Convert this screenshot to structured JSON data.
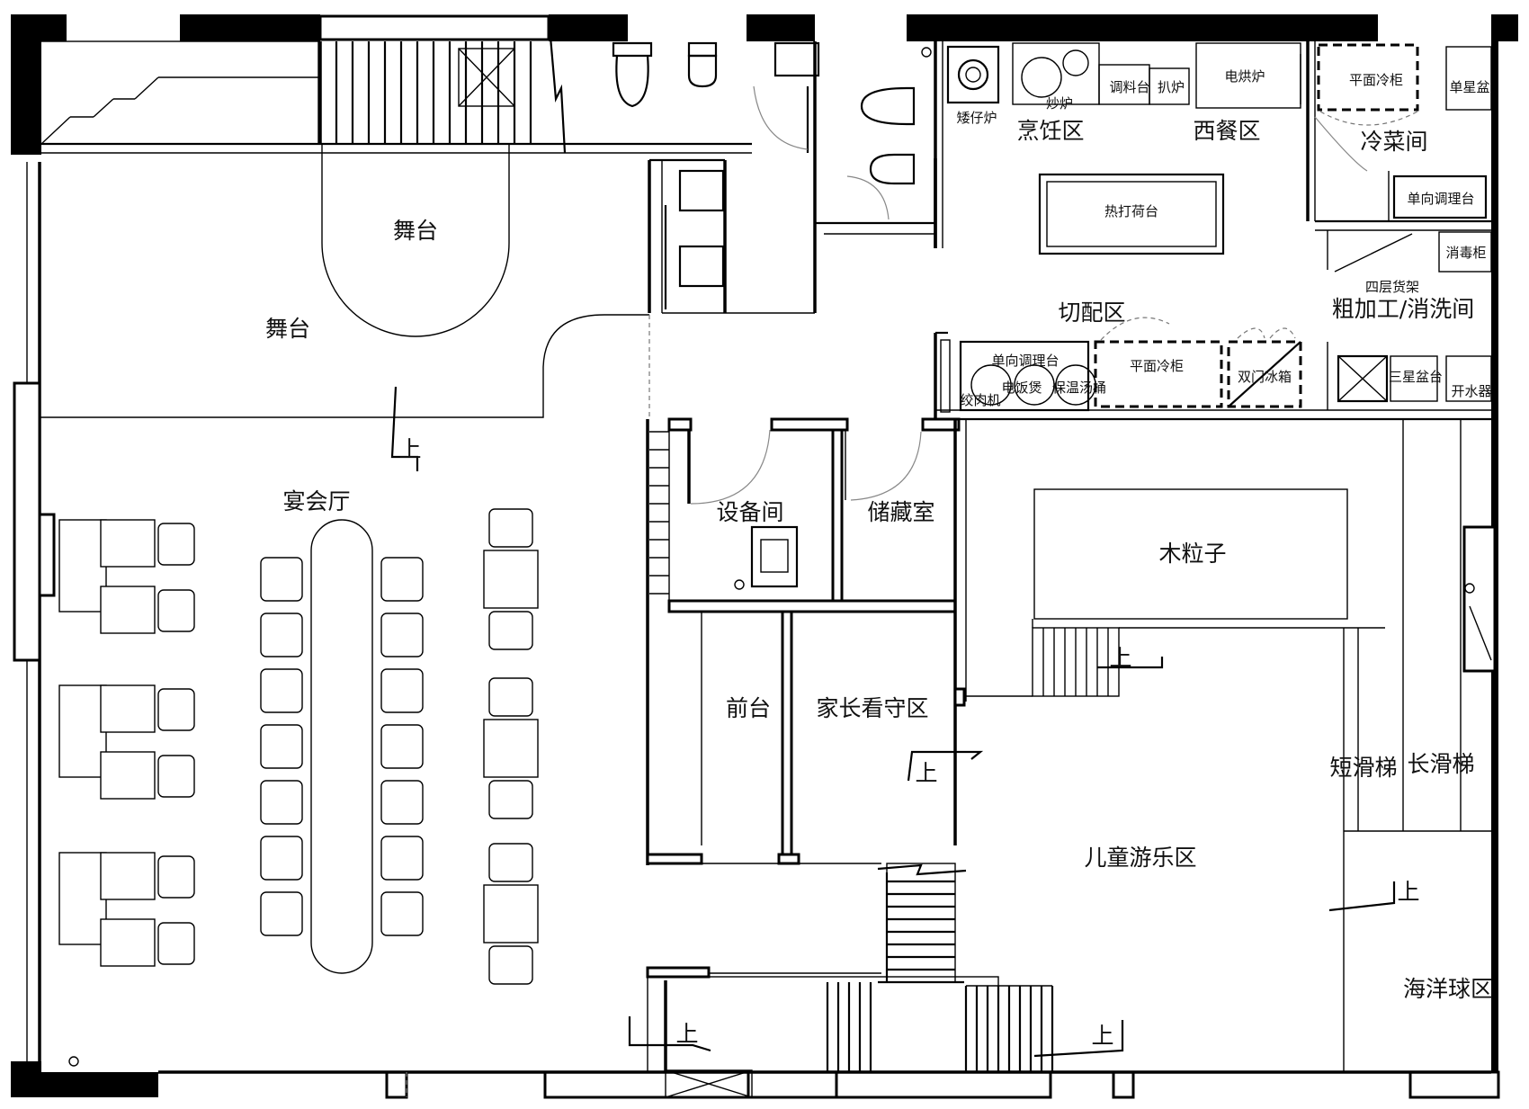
{
  "labels": {
    "stage_1": "舞台",
    "stage_2": "舞台",
    "up": "上",
    "banquet_hall": "宴会厅",
    "equipment_room": "设备间",
    "storage_room": "储藏室",
    "wood_pellets": "木粒子",
    "front_desk": "前台",
    "parent_area": "家长看守区",
    "short_slide": "短滑梯",
    "long_slide": "长滑梯",
    "kids_play_area": "儿童游乐区",
    "ocean_ball_area": "海洋球区",
    "low_stove": "矮仔炉",
    "wok_stove": "炒炉",
    "cooking_area": "烹饪区",
    "seasoning_table": "调料台",
    "grill_stove": "扒炉",
    "electric_oven": "电烘炉",
    "western_area": "西餐区",
    "flat_freezer_1": "平面冷柜",
    "single_sink": "单星盆",
    "cold_dish_room": "冷菜间",
    "heat_counter": "热打荷台",
    "one_way_prep_1": "单向调理台",
    "disinfect_cabinet": "消毒柜",
    "four_layer_shelf": "四层货架",
    "cutting_area": "切配区",
    "rough_processing": "粗加工/消洗间",
    "one_way_prep_2": "单向调理台",
    "rice_cooker": "电饭煲",
    "soup_warmer": "保温汤桶",
    "meat_grinder": "绞肉机",
    "flat_freezer_2": "平面冷柜",
    "double_fridge": "双门冰箱",
    "triple_sink": "三星盆台",
    "water_boiler": "开水器"
  },
  "colors": {
    "line": "#000000",
    "background": "#ffffff"
  }
}
